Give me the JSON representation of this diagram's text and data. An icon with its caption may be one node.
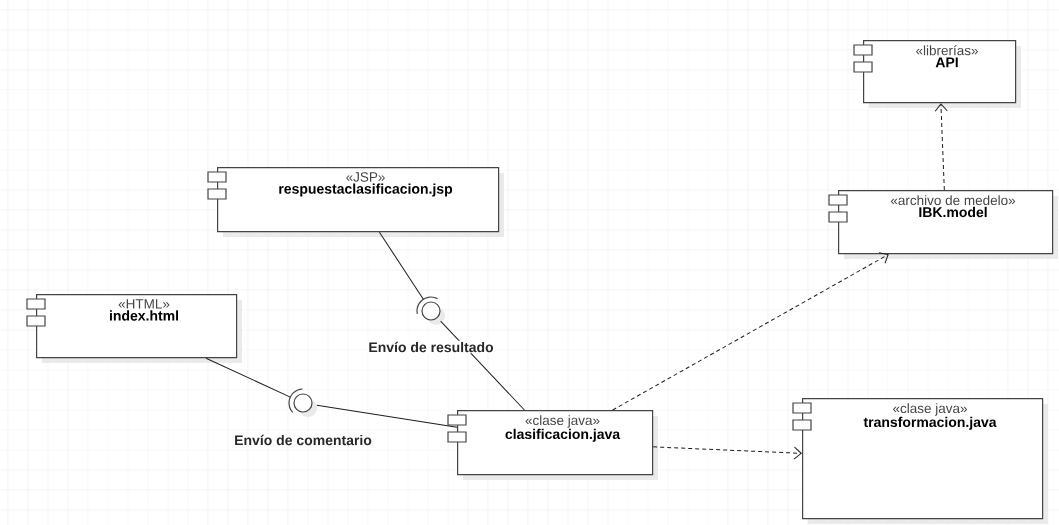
{
  "diagram": {
    "nodes": [
      {
        "text": [
          "«JSP»",
          "respuestaclasificacion.jsp"
        ]
      },
      {
        "text": [
          "«HTML»",
          "index.html"
        ]
      },
      {
        "text": [
          "«clase java»",
          "clasificacion.java"
        ]
      },
      {
        "text": [
          "«librerías»",
          "API"
        ]
      },
      {
        "text": [
          "«archivo de medelo»",
          "IBK.model"
        ]
      },
      {
        "text": [
          "«clase java»",
          "transformacion.java"
        ]
      },
      {
        "text": [],
        "shape": "circle",
        "beside": [
          "Envío de resultado"
        ]
      },
      {
        "text": [],
        "shape": "circle",
        "beside": [
          "Envío de comentario"
        ]
      }
    ],
    "edges": [
      {
        "from": 0,
        "to": 6,
        "arrow": "none"
      },
      {
        "from": 2,
        "to": 6,
        "arrow": "none"
      },
      {
        "from": 1,
        "to": 7,
        "arrow": "none"
      },
      {
        "from": 2,
        "to": 7,
        "arrow": "none"
      },
      {
        "from": 2,
        "to": 4,
        "arrow": "to",
        "style": "dashed"
      },
      {
        "from": 2,
        "to": 5,
        "arrow": "to",
        "style": "dashed"
      },
      {
        "from": 4,
        "to": 3,
        "arrow": "to",
        "style": "dashed"
      }
    ]
  }
}
